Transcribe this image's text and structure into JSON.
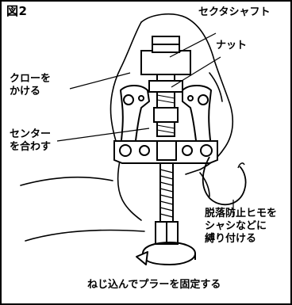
{
  "figure": {
    "title": "図2"
  },
  "labels": {
    "sector_shaft": "セクタシャフト",
    "nut": "ナット",
    "claw": {
      "line1": "クローを",
      "line2": "かける"
    },
    "center": {
      "line1": "センター",
      "line2": "を合わす"
    },
    "fall_prevention": {
      "line1": "脱落防止ヒモを",
      "line2": "シャシなどに",
      "line3": "縛り付ける"
    },
    "rotate": "ねじ込んでプラーを固定する"
  }
}
